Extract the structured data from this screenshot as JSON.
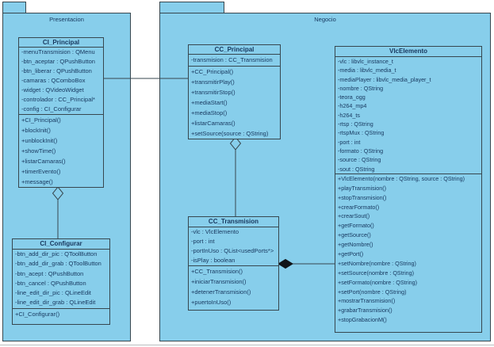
{
  "colors": {
    "node_fill": "#87CEEB",
    "node_border": "#37474F",
    "text": "#17375E",
    "composition_fill": "#101418",
    "background": "#FFFFFF"
  },
  "packages": [
    {
      "name": "Presentacion"
    },
    {
      "name": "Negocio"
    }
  ],
  "classes": [
    {
      "name": "CI_Principal",
      "package": "Presentacion",
      "attributes": [
        "-menuTransmision : QMenu",
        "-btn_aceptar : QPushButton",
        "-btn_liberar : QPushButton",
        "-camaras : QComboBox",
        "-widget : QVideoWidget",
        "-controlador : CC_Principal*",
        "-config : CI_Configurar"
      ],
      "methods": [
        "+CI_Principal()",
        "+blockInit()",
        "+unblockInit()",
        "+showTime()",
        "+listarCamaras()",
        "+timerEvento()",
        "+message()"
      ]
    },
    {
      "name": "CI_Configurar",
      "package": "Presentacion",
      "attributes": [
        "-btn_add_dir_pic : QToolButton",
        "-btn_add_dir_grab : QToolButton",
        "-btn_acept : QPushButton",
        "-btn_cancel : QPushButton",
        "-line_edit_dir_pic : QLineEdit",
        "-line_edit_dir_grab : QLineEdit"
      ],
      "methods": [
        "+CI_Configurar()"
      ]
    },
    {
      "name": "CC_Principal",
      "package": "Negocio",
      "attributes": [
        "-transmision : CC_Transmision"
      ],
      "methods": [
        "+CC_Principal()",
        "+transmitirPlay()",
        "+transmitirStop()",
        "+mediaStart()",
        "+mediaStop()",
        "+listarCamaras()",
        "+setSource(source : QString)"
      ]
    },
    {
      "name": "CC_Transmision",
      "package": "Negocio",
      "attributes": [
        "-vlc : VlcElemento",
        "-port : int",
        "-portInUso : QList<usedPorts*>",
        "-isPlay : boolean"
      ],
      "methods": [
        "+CC_Transmision()",
        "+iniciarTransmision()",
        "+detenerTransmision()",
        "+puertoInUso()"
      ]
    },
    {
      "name": "VlcElemento",
      "package": "Negocio",
      "attributes": [
        "-vlc : libvlc_instance_t",
        "-media : libvlc_media_t",
        "-mediaPlayer : libvlc_media_player_t",
        "-nombre : QString",
        "-teora_ogg",
        "-h264_mp4",
        "-h264_ts",
        "-rtsp : QString",
        "-rtspMux : QString",
        "-port : int",
        "-formato : QString",
        "-source : QString",
        "-sout : QString"
      ],
      "methods": [
        "+VlcElemento(nombre : QString, source : QString)",
        "+playTransmision()",
        "+stopTransmision()",
        "+crearFormato()",
        "+crearSout()",
        "+getFormato()",
        "+getSource()",
        "+getNombre()",
        "+getPort()",
        "+setNombre(nombre : QString)",
        "+setSource(nombre : QString)",
        "+setFormato(nombre : QString)",
        "+setPort(nombre : QString)",
        "+mostrarTransmision()",
        "+grabarTransmision()",
        "+stopGrabacionM()"
      ]
    }
  ],
  "relations": [
    {
      "type": "association",
      "from": "CI_Principal",
      "to": "CC_Principal"
    },
    {
      "type": "aggregation",
      "whole": "CI_Principal",
      "part": "CI_Configurar"
    },
    {
      "type": "aggregation",
      "whole": "CC_Principal",
      "part": "CC_Transmision"
    },
    {
      "type": "composition",
      "whole": "CC_Transmision",
      "part": "VlcElemento"
    }
  ]
}
